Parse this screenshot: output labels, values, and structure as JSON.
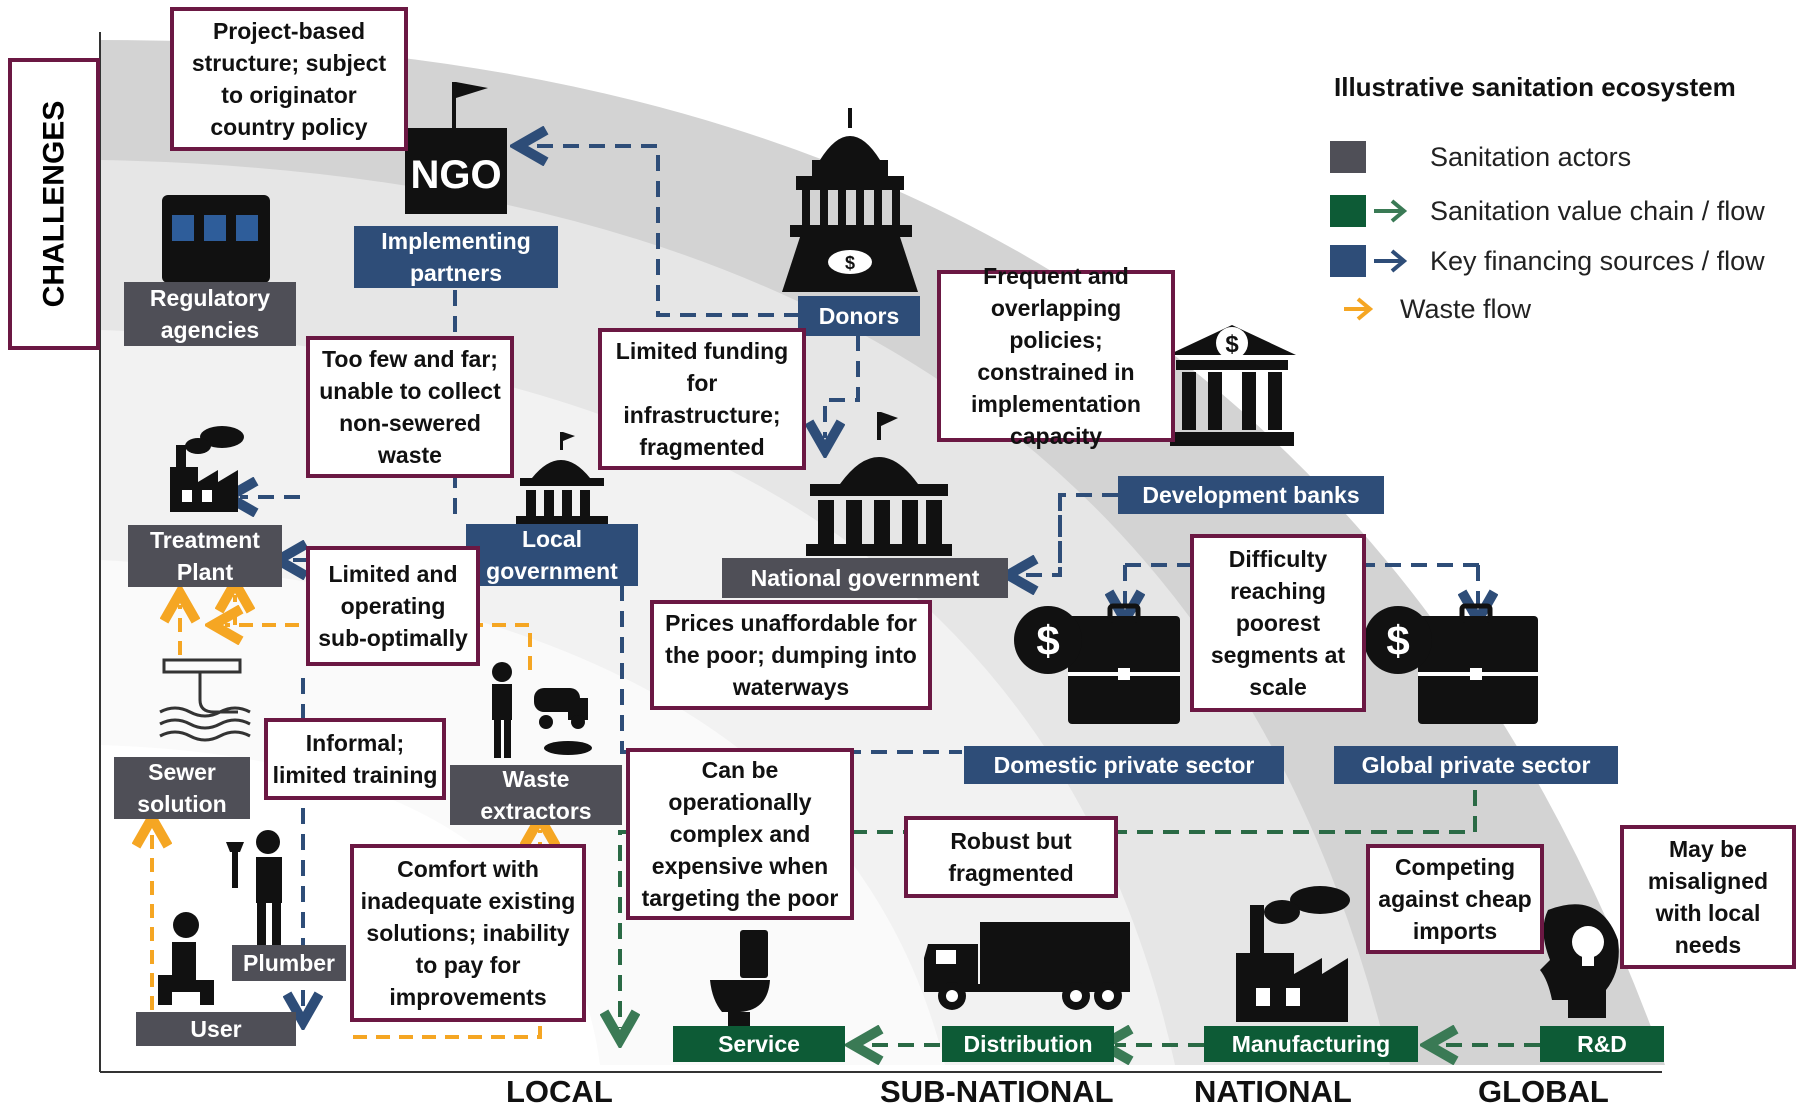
{
  "side_label": "CHALLENGES",
  "legend": {
    "title": "Illustrative sanitation ecosystem",
    "items": [
      {
        "label": "Sanitation actors",
        "color": "#4f4f57",
        "kind": "swatch"
      },
      {
        "label": "Sanitation value chain / flow",
        "color": "#0d5b36",
        "kind": "swatch-arrow",
        "arrow_color": "#3a7a55"
      },
      {
        "label": "Key financing sources / flow",
        "color": "#2e4d78",
        "kind": "swatch-arrow",
        "arrow_color": "#2e4d78"
      },
      {
        "label": "Waste flow",
        "color": "#f5a623",
        "kind": "arrow"
      }
    ]
  },
  "scale_labels": [
    "LOCAL",
    "SUB-NATIONAL",
    "NATIONAL",
    "GLOBAL"
  ],
  "actors": {
    "regulatory": "Regulatory agencies",
    "treatment": "Treatment Plant",
    "sewer": "Sewer solution",
    "plumber": "Plumber",
    "user": "User",
    "waste_extractors": "Waste extractors",
    "national_gov": "National government"
  },
  "financing": {
    "implementing": "Implementing partners",
    "local_gov": "Local government",
    "donors": "Donors",
    "dev_banks": "Development banks",
    "domestic_private": "Domestic private sector",
    "global_private": "Global private sector"
  },
  "chain": {
    "service": "Service",
    "distribution": "Distribution",
    "manufacturing": "Manufacturing",
    "rnd": "R&D"
  },
  "icons": {
    "ngo_text": "NGO",
    "dollar": "$"
  },
  "callouts": {
    "ngo": "Project-based structure; subject to originator country policy",
    "treatment": "Too few and far; unable to collect non-sewered waste",
    "local_gov": "Limited funding for infrastructure; fragmented",
    "national_gov": "Frequent and overlapping policies; constrained in implementation capacity",
    "sewer": "Limited and operating sub-optimally",
    "private": "Difficulty reaching poorest segments at scale",
    "prices": "Prices unaffordable for the poor; dumping into waterways",
    "plumber": "Informal; limited training",
    "user": "Comfort with inadequate existing solutions; inability to pay for improvements",
    "service": "Can be operationally complex and expensive when targeting the poor",
    "distribution": "Robust but fragmented",
    "manufacturing": "Competing against cheap imports",
    "rnd": "May be misaligned with local needs"
  },
  "colors": {
    "actor": "#4f4f57",
    "financing": "#2e4d78",
    "value_chain": "#0d5b36",
    "waste": "#f5a623",
    "callout_border": "#6b1843"
  }
}
